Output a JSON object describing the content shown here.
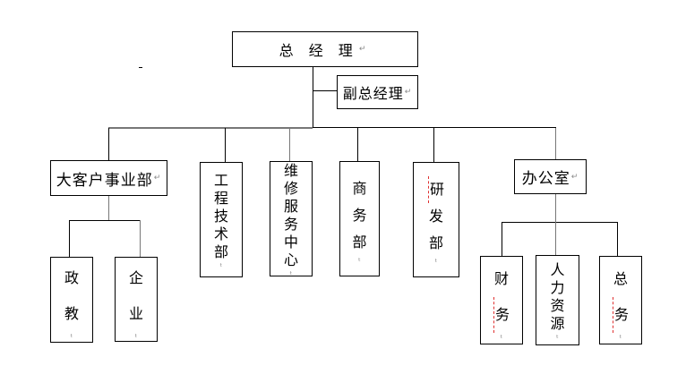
{
  "title": "Organization chart",
  "paragraph_mark": "↵",
  "line_mark": "ₜ",
  "root": {
    "label": "总 经 理"
  },
  "deputy": {
    "label": "副总经理"
  },
  "departments": [
    {
      "label": "大客户事业部",
      "orientation": "horizontal",
      "children": [
        {
          "chars": [
            "政",
            "教"
          ]
        },
        {
          "chars": [
            "企",
            "业"
          ]
        }
      ]
    },
    {
      "chars": [
        "工",
        "程",
        "技",
        "术",
        "部"
      ]
    },
    {
      "chars": [
        "维",
        "修",
        "服",
        "务",
        "中",
        "心"
      ]
    },
    {
      "chars": [
        "商",
        "务",
        "部"
      ]
    },
    {
      "chars": [
        "研",
        "发",
        "部"
      ],
      "spellcheck_flag": true
    },
    {
      "label": "办公室",
      "orientation": "horizontal",
      "children": [
        {
          "chars": [
            "财",
            "务"
          ],
          "spellcheck_flag": true
        },
        {
          "chars": [
            "人",
            "力",
            "资",
            "源"
          ]
        },
        {
          "chars": [
            "总",
            "务"
          ],
          "spellcheck_flag": true
        }
      ]
    }
  ]
}
